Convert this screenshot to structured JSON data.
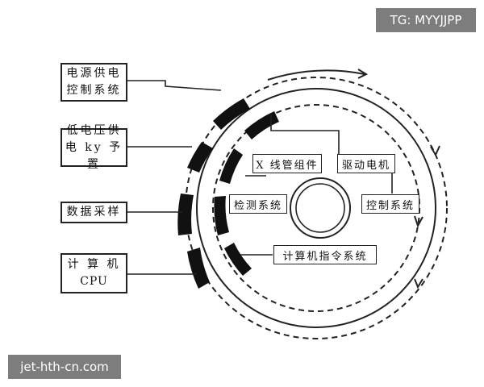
{
  "left_blocks": [
    {
      "id": "power",
      "lines": [
        "电源供电",
        "控制系统"
      ]
    },
    {
      "id": "lowv",
      "lines": [
        "低电压供",
        "电 ky 予置"
      ]
    },
    {
      "id": "daq",
      "lines": [
        "数据采样"
      ]
    },
    {
      "id": "cpu",
      "lines": [
        "计 算 机",
        "CPU"
      ]
    }
  ],
  "inner_blocks": {
    "xray": "X 线管组件",
    "drive": "驱动电机",
    "detect": "检测系统",
    "control": "控制系统",
    "command": "计算机指令系统"
  },
  "watermarks": {
    "top": "TG: MYYJJPP",
    "bottom": "jet-hth-cn.com"
  },
  "colors": {
    "line": "#222222",
    "ring_fill": "#111111",
    "watermark_bg": "#7d7d7d",
    "watermark_text": "#ffffff"
  }
}
